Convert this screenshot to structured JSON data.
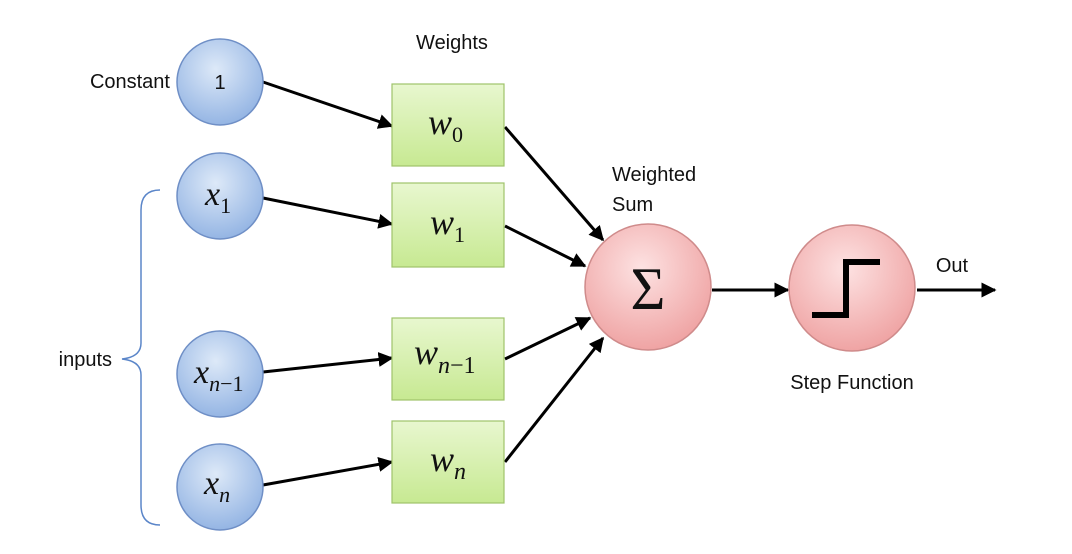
{
  "labels": {
    "weights": "Weights",
    "constant": "Constant",
    "inputs": "inputs",
    "weighted_sum_line1": "Weighted",
    "weighted_sum_line2": "Sum",
    "step_function": "Step Function",
    "out": "Out"
  },
  "inputs": {
    "constant_value": "1",
    "x1": {
      "base": "x",
      "sub": "1"
    },
    "xn1": {
      "base": "x",
      "sub_var": "n",
      "sub_rest": "−1"
    },
    "xn": {
      "base": "x",
      "sub_var": "n"
    }
  },
  "weights": {
    "w0": {
      "base": "w",
      "sub": "0"
    },
    "w1": {
      "base": "w",
      "sub": "1"
    },
    "wn1": {
      "base": "w",
      "sub_var": "n",
      "sub_rest": "−1"
    },
    "wn": {
      "base": "w",
      "sub_var": "n"
    }
  },
  "sum_symbol": "Σ",
  "colors": {
    "input_fill": "#a9c4ea",
    "weight_fill": "#d4efa6",
    "sum_fill": "#f3b4b4",
    "edge": "#000000",
    "brace": "#5b86c9"
  }
}
